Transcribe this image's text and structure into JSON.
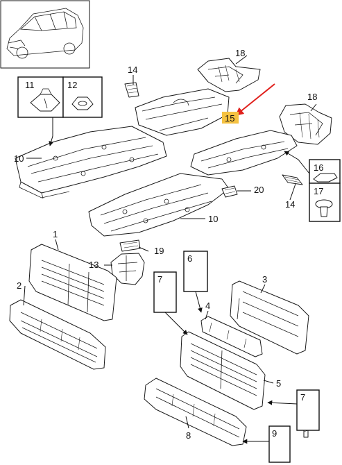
{
  "colors": {
    "highlight": "#f5c242",
    "arrow": "#e0201c",
    "line": "#111111"
  },
  "highlighted_part": "15",
  "callouts": {
    "p1": "1",
    "p2": "2",
    "p3": "3",
    "p4": "4",
    "p5": "5",
    "p6": "6",
    "p7a": "7",
    "p7b": "7",
    "p8": "8",
    "p9": "9",
    "p10a": "10",
    "p10b": "10",
    "p11": "11",
    "p12": "12",
    "p13": "13",
    "p14a": "14",
    "p14b": "14",
    "p15": "15",
    "p16": "16",
    "p17": "17",
    "p18a": "18",
    "p18b": "18",
    "p19": "19",
    "p20": "20"
  },
  "icons": [
    "car-thumbnail",
    "red-arrow-icon",
    "bolt-icon",
    "clip-icon",
    "nut-icon"
  ]
}
